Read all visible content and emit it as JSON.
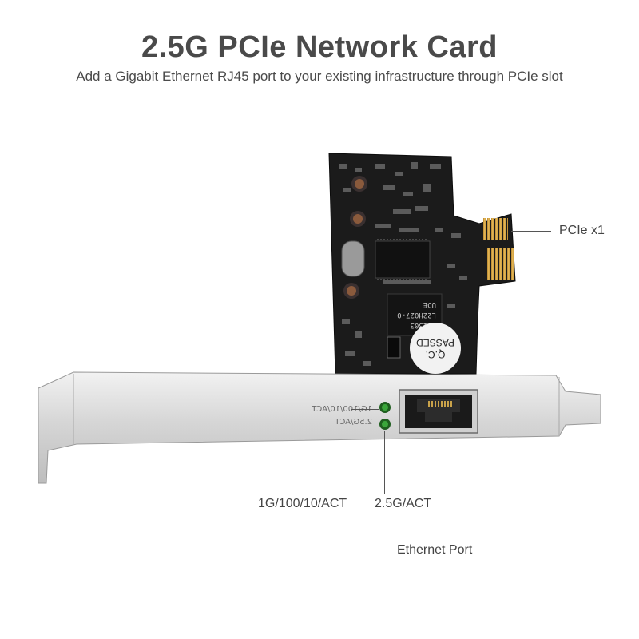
{
  "header": {
    "title": "2.5G PCIe Network Card",
    "subtitle": "Add a Gigabit Ethernet RJ45 port to your existing infrastructure through PCIe slot"
  },
  "callouts": {
    "pcie": "PCIe x1",
    "led_1g": "1G/100/10/ACT",
    "led_25g": "2.5G/ACT",
    "ethernet_port": "Ethernet Port"
  },
  "bracket_text": {
    "led_1g_print": "1G/100/10/ACT",
    "led_25g_print": "2.5G/ACT"
  },
  "sticker": {
    "line1": "Q.C.",
    "line2": "PASSED"
  },
  "chip_text": {
    "line1": "UDE",
    "line2": "L22H027-0",
    "line3": "201303"
  },
  "colors": {
    "pcb": "#1b1b1b",
    "gold_finger": "#d4a340",
    "bracket": "#d9d9d9",
    "led": "#3aa63a",
    "text": "#4a4a4a"
  }
}
